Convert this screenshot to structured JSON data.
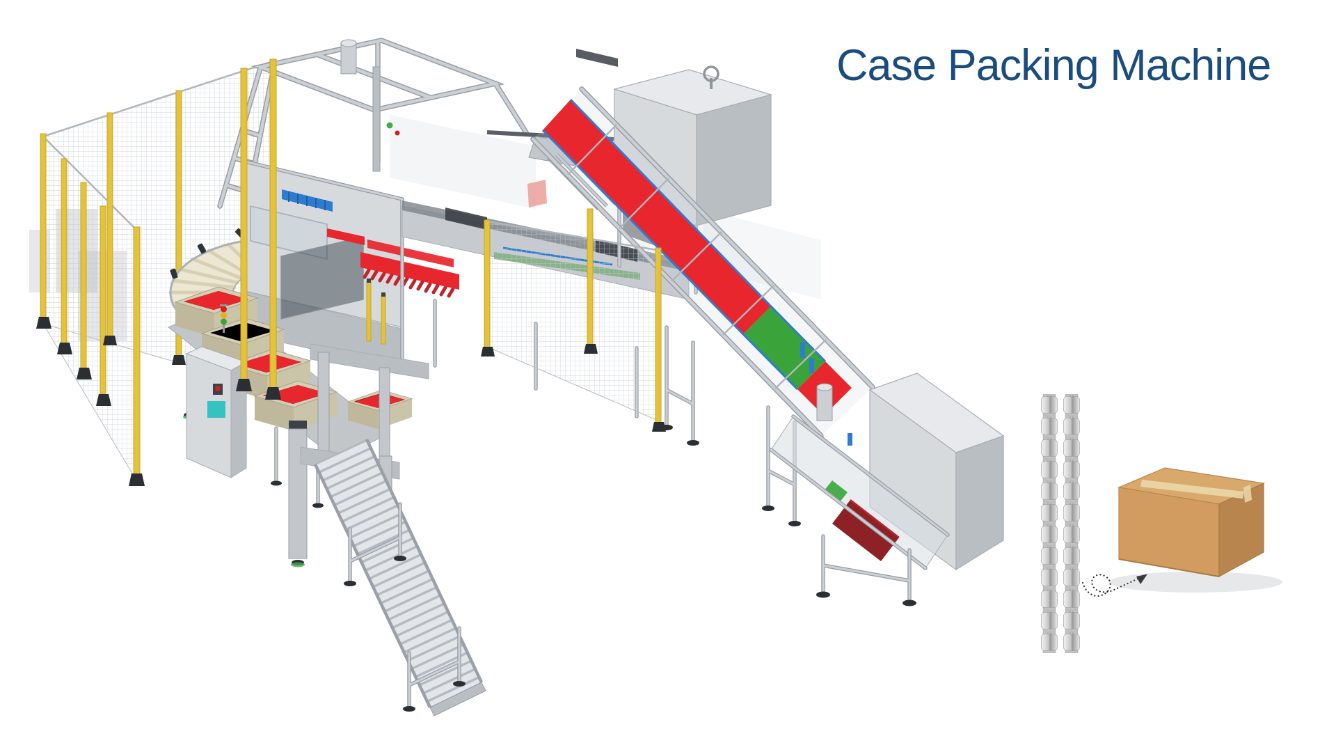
{
  "title": {
    "text": "Case Packing Machine"
  },
  "colors": {
    "title-blue": "#1b4c7e",
    "belt-red": "#e8262d",
    "belt-red-dark": "#8e2126",
    "belt-green": "#3aa43a",
    "safety-yellow": "#e3c33c",
    "safety-yellow-dark": "#c7a52a",
    "frame-silver": "#ccd0d5",
    "frame-outline": "#969da5",
    "panel-grey": "#d7dadd",
    "panel-grey-dark": "#b9bec3",
    "panel-grey-darker": "#a3a9af",
    "roller-cream": "#eae4d1",
    "bin-beige": "#d5cfb6",
    "bin-beige-dark": "#bfb89c",
    "accent-blue": "#2e7cd1",
    "teal-label": "#35c2c0",
    "signal-red": "#cc2222",
    "signal-amber": "#e8b020",
    "signal-green": "#3aa43a",
    "box-top": "#d9a86b",
    "box-front": "#d29c60",
    "box-side": "#b9854e",
    "box-tape": "#ead7ab",
    "arrow-black": "#2b2b2b",
    "glass": "rgba(190,205,218,0.32)",
    "shadow": "rgba(120,130,140,0.18)"
  },
  "pouch_strips": {
    "strips": 2,
    "pouches_per_strip": 12
  }
}
